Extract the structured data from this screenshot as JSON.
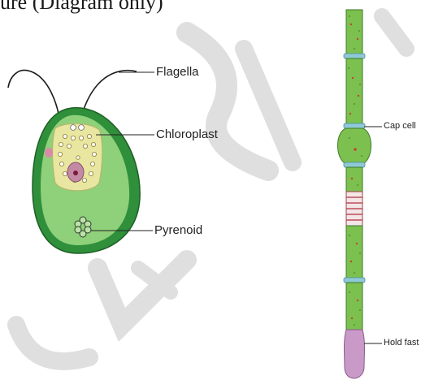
{
  "header": {
    "cropped_text": "ure (Diagram only)"
  },
  "chlamydomonas": {
    "labels": {
      "flagella": "Flagella",
      "chloroplast": "Chloroplast",
      "pyrenoid": "Pyrenoid"
    }
  },
  "ulothrix": {
    "labels": {
      "cap_cell": "Cap cell",
      "hold_fast": "Hold fast"
    }
  },
  "colors": {
    "cell_green": "#2f8f3a",
    "chloroplast_yellow": "#e8e6a0",
    "filament_green": "#7cc04f",
    "septum_blue": "#8fc9d8",
    "holdfast_pink": "#c99ac8",
    "watermark": "#dcdcdc"
  }
}
